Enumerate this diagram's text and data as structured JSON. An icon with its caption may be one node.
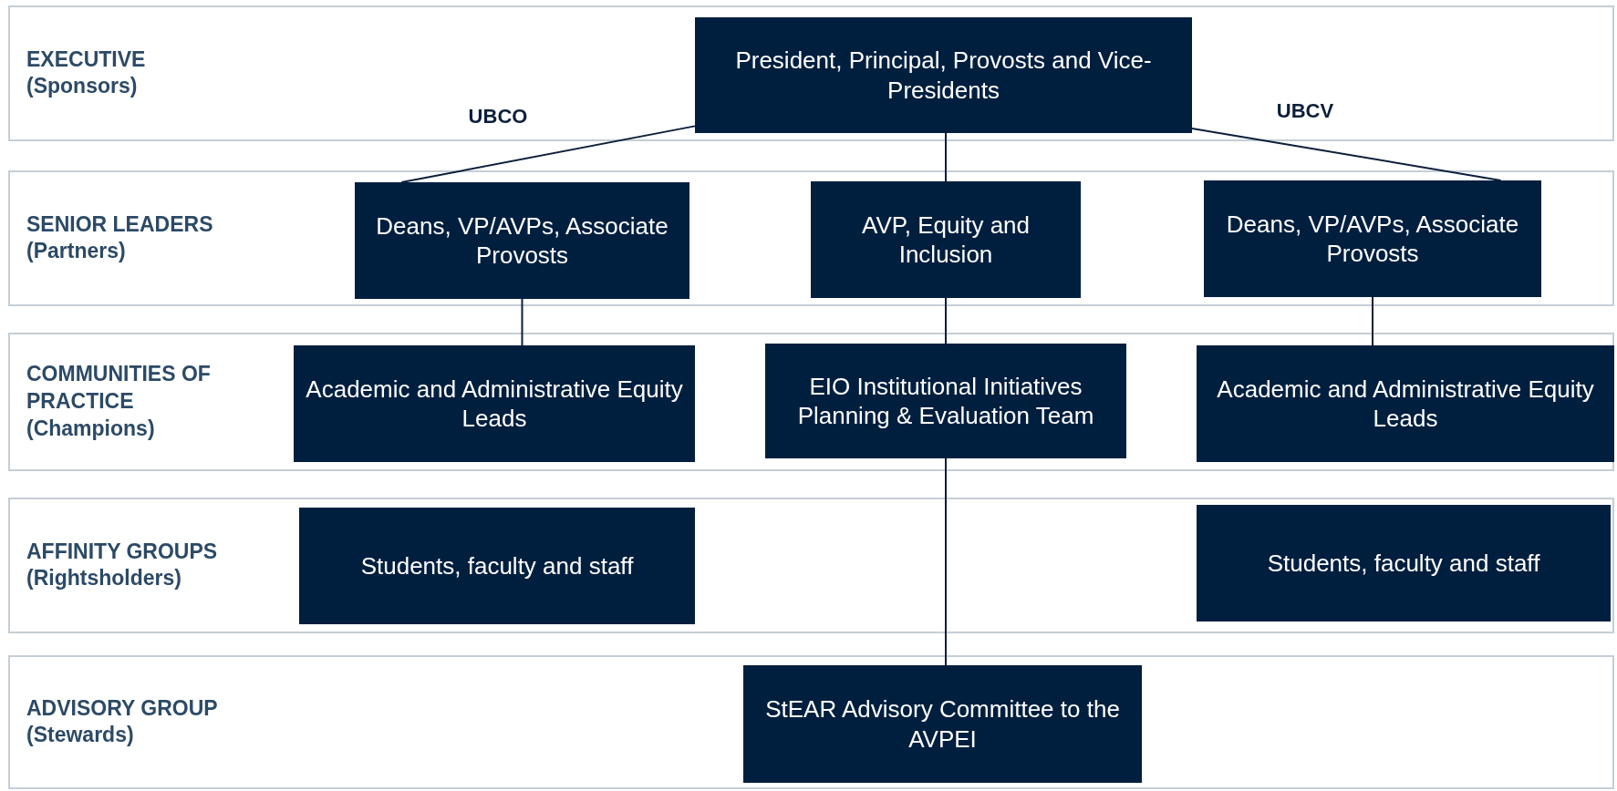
{
  "diagram": {
    "nodes": [
      {
        "text": [
          "EXECUTIVE",
          "(Sponsors)"
        ]
      },
      {
        "text": [
          "President, Principal, Provosts and Vice-Presidents"
        ],
        "in": 0
      },
      {
        "text": [
          "SENIOR LEADERS",
          "(Partners)"
        ]
      },
      {
        "text": [
          "Deans, VP/AVPs, Associate Provosts"
        ],
        "in": 2
      },
      {
        "text": [
          "AVP, Equity and Inclusion"
        ],
        "in": 2
      },
      {
        "text": [
          "Deans, VP/AVPs, Associate Provosts"
        ],
        "in": 2
      },
      {
        "text": [
          "COMMUNITIES OF PRACTICE",
          "(Champions)"
        ]
      },
      {
        "text": [
          "Academic and Administrative Equity Leads"
        ],
        "in": 6
      },
      {
        "text": [
          "EIO Institutional Initiatives Planning & Evaluation Team"
        ],
        "in": 6
      },
      {
        "text": [
          "Academic and Administrative Equity Leads"
        ],
        "in": 6
      },
      {
        "text": [
          "AFFINITY GROUPS",
          "(Rightsholders)"
        ]
      },
      {
        "text": [
          "Students, faculty and staff"
        ],
        "in": 10
      },
      {
        "text": [
          "Students, faculty and staff"
        ],
        "in": 10
      },
      {
        "text": [
          "ADVISORY GROUP",
          "(Stewards)"
        ]
      },
      {
        "text": [
          "StEAR Advisory Committee to the AVPEI"
        ],
        "in": 13
      }
    ],
    "edges": [
      {
        "from": 1,
        "to": 3,
        "arrow": "none"
      },
      {
        "from": 1,
        "to": 4,
        "arrow": "none"
      },
      {
        "from": 1,
        "to": 5,
        "arrow": "none"
      },
      {
        "from": 3,
        "to": 7,
        "arrow": "none"
      },
      {
        "from": 4,
        "to": 8,
        "arrow": "none"
      },
      {
        "from": 5,
        "to": 9,
        "arrow": "none"
      },
      {
        "from": 8,
        "to": 14,
        "arrow": "none"
      }
    ],
    "labels": [
      "UBCO",
      "UBCV"
    ]
  }
}
